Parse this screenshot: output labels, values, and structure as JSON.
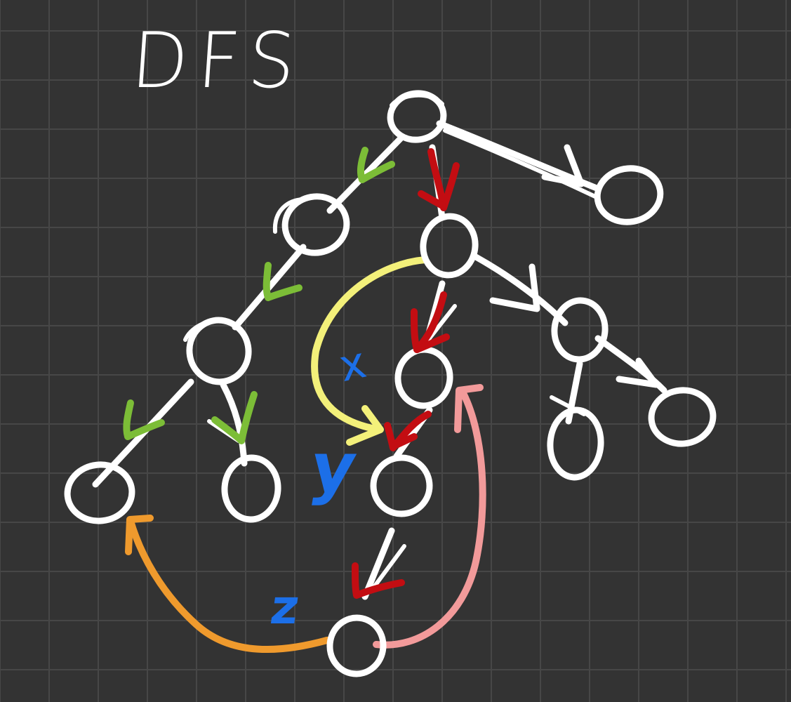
{
  "title": "DFS",
  "labels": {
    "x": "x",
    "y": "y",
    "z": "z"
  },
  "colors": {
    "background": "#333333",
    "grid": "#474747",
    "ink": "#ffffff",
    "check_green": "#7cbd37",
    "check_red": "#c30d12",
    "label_blue": "#1c6fe8",
    "curve_yellow": "#f3f07a",
    "curve_orange": "#ef9a2d",
    "curve_pink": "#f29a9a"
  },
  "tree": {
    "nodes": [
      "root",
      "a",
      "b",
      "c",
      "d",
      "e",
      "f",
      "g",
      "h",
      "i",
      "j",
      "k",
      "l"
    ],
    "edges": [
      [
        "root",
        "a"
      ],
      [
        "root",
        "b"
      ],
      [
        "root",
        "e"
      ],
      [
        "a",
        "c"
      ],
      [
        "c",
        "f"
      ],
      [
        "c",
        "g"
      ],
      [
        "b",
        "h"
      ],
      [
        "b",
        "d"
      ],
      [
        "h",
        "i"
      ],
      [
        "i",
        "j"
      ],
      [
        "d",
        "k"
      ],
      [
        "d",
        "l"
      ]
    ],
    "marks": [
      {
        "edge": [
          "root",
          "a"
        ],
        "color": "green"
      },
      {
        "edge": [
          "a",
          "c"
        ],
        "color": "green"
      },
      {
        "edge": [
          "c",
          "f"
        ],
        "color": "green"
      },
      {
        "edge": [
          "c",
          "g"
        ],
        "color": "green"
      },
      {
        "edge": [
          "root",
          "b"
        ],
        "color": "red"
      },
      {
        "edge": [
          "b",
          "h"
        ],
        "color": "red"
      },
      {
        "edge": [
          "h",
          "i"
        ],
        "color": "red"
      },
      {
        "edge": [
          "i",
          "j"
        ],
        "color": "red"
      }
    ],
    "extra_curves": [
      {
        "from": "b",
        "to": "i",
        "color": "yellow"
      },
      {
        "from": "j",
        "to": "f",
        "color": "orange"
      },
      {
        "from": "j",
        "to": "h",
        "color": "pink"
      }
    ]
  }
}
